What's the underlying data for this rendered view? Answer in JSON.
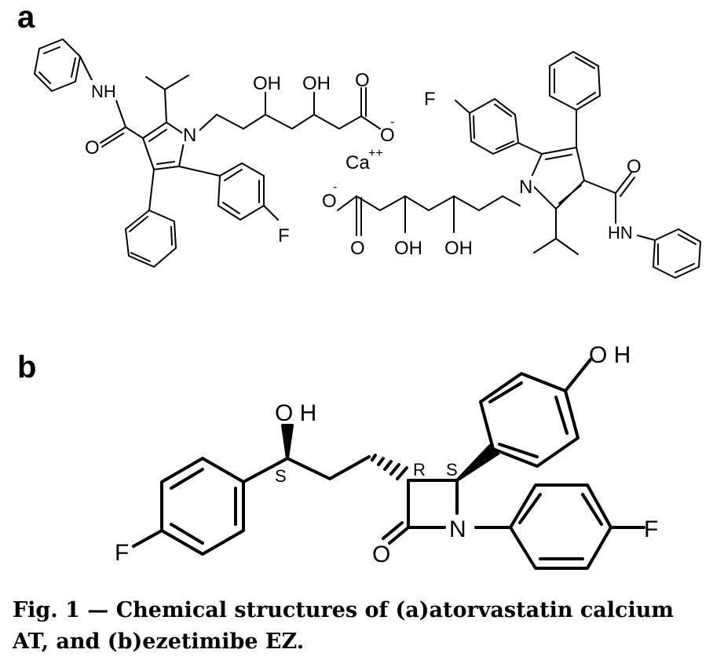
{
  "panels": {
    "a_label": "a",
    "b_label": "b"
  },
  "atorvastatin": {
    "nh_left": "NH",
    "n_left": "N",
    "f_left": "F",
    "oh1_left": "OH",
    "oh2_left": "OH",
    "o_top_left": "O",
    "o_minus_left": "O",
    "o_amide_left": "O",
    "ca": "Ca",
    "ca_charge": "++",
    "f_right": "F",
    "n_right": "N",
    "o_amide_right": "O",
    "hn_right": "HN",
    "o_minus_right": "O",
    "o_bottom_right": "O",
    "oh1_right": "OH",
    "oh2_right": "OH"
  },
  "ezetimibe": {
    "oh_top": "O H",
    "oh_side": "O H",
    "stereo_s1": "S",
    "stereo_r": "R",
    "stereo_s2": "S",
    "n_label": "N",
    "o_label": "O",
    "f_left": "F",
    "f_right": "F"
  },
  "caption": {
    "text": "Fig. 1 — Chemical structures of (a)atorvastatin calcium AT, and (b)ezetimibe EZ."
  }
}
